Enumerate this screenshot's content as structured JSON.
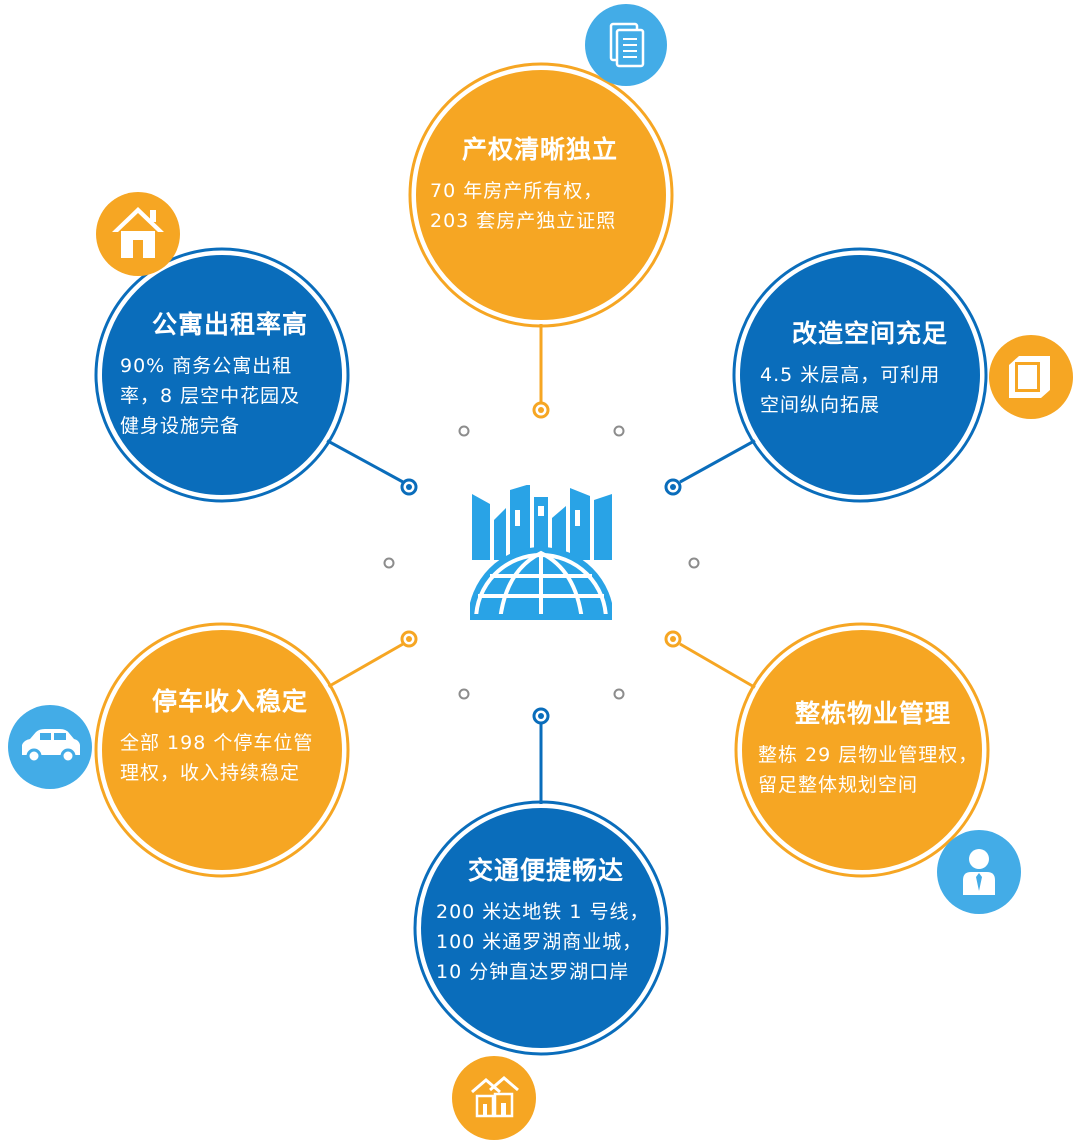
{
  "colors": {
    "blue": "#0a6dbb",
    "orange": "#f6a623",
    "light_blue": "#43ace7",
    "gray": "#8c8c8c"
  },
  "nodes": {
    "property_rights": {
      "title": "产权清晰独立",
      "lines": [
        "70 年房产所有权，",
        "203 套房产独立证照"
      ],
      "color": "orange",
      "icon": "document-icon"
    },
    "renovation_space": {
      "title": "改造空间充足",
      "lines": [
        "4.5 米层高，可利用",
        "空间纵向拓展"
      ],
      "color": "blue",
      "icon": "box-icon"
    },
    "apartment_occupancy": {
      "title": "公寓出租率高",
      "lines": [
        "90% 商务公寓出租",
        "率，8 层空中花园及",
        "健身设施完备"
      ],
      "color": "blue",
      "icon": "house-icon"
    },
    "parking_income": {
      "title": "停车收入稳定",
      "lines": [
        "全部 198 个停车位管",
        "理权，收入持续稳定"
      ],
      "color": "orange",
      "icon": "car-icon"
    },
    "property_management": {
      "title": "整栋物业管理",
      "lines": [
        "整栋 29 层物业管理权，",
        "留足整体规划空间"
      ],
      "color": "orange",
      "icon": "person-icon"
    },
    "transportation": {
      "title": "交通便捷畅达",
      "lines": [
        "200 米达地铁 1 号线，",
        "100 米通罗湖商业城，",
        "10 分钟直达罗湖口岸"
      ],
      "color": "blue",
      "icon": "buildings-icon"
    }
  },
  "center_logo": "city-globe-logo"
}
